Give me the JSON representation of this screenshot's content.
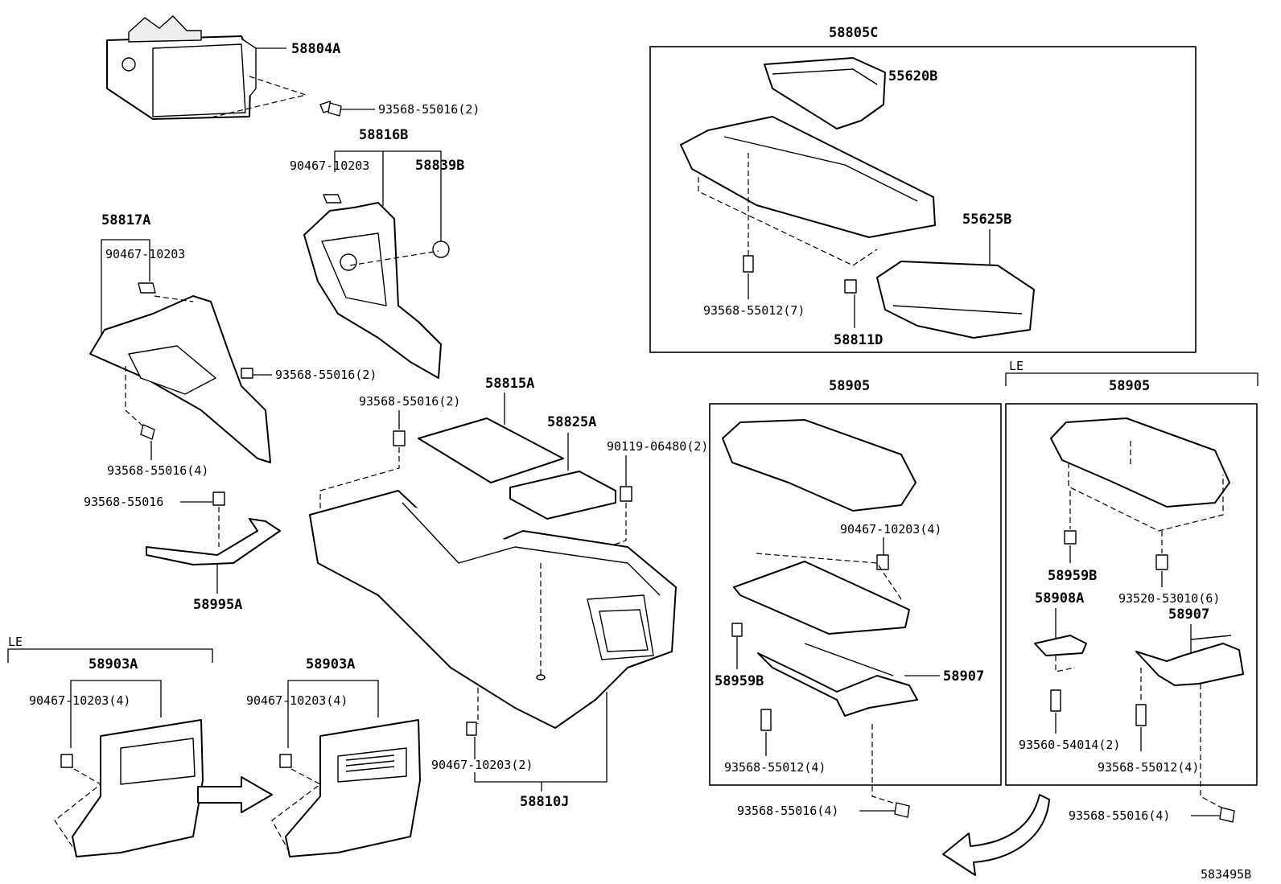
{
  "diagram_id": "583495B",
  "labels": {
    "p58804A": "58804A",
    "p93568_55016_2_top": "93568-55016(2)",
    "p58816B": "58816B",
    "p90467_10203_top": "90467-10203",
    "p58839B": "58839B",
    "p58817A": "58817A",
    "p90467_10203_left": "90467-10203",
    "p93568_55016_2_left": "93568-55016(2)",
    "p93568_55016_4_left": "93568-55016(4)",
    "p93568_55016_single": "93568-55016",
    "p58995A": "58995A",
    "p58805C": "58805C",
    "p55620B": "55620B",
    "p55625B": "55625B",
    "p93568_55012_7": "93568-55012(7)",
    "p58811D": "58811D",
    "p58815A": "58815A",
    "p58825A": "58825A",
    "p93568_55016_2_center": "93568-55016(2)",
    "p90119_06480_2": "90119-06480(2)",
    "p90467_10203_2": "90467-10203(2)",
    "p58810J": "58810J",
    "le_left": "LE",
    "p58903A_left": "58903A",
    "p90467_10203_4_left": "90467-10203(4)",
    "p58903A_mid": "58903A",
    "p90467_10203_4_mid": "90467-10203(4)",
    "p58905_mid": "58905",
    "p90467_10203_4_mid2": "90467-10203(4)",
    "p58959B_mid": "58959B",
    "p58907_mid": "58907",
    "p93568_55012_4_mid": "93568-55012(4)",
    "p93568_55016_4_mid": "93568-55016(4)",
    "le_right": "LE",
    "p58905_right": "58905",
    "p58959B_right": "58959B",
    "p58908A": "58908A",
    "p93520_53010_6": "93520-53010(6)",
    "p58907_right": "58907",
    "p93560_54014_2": "93560-54014(2)",
    "p93568_55012_4_right": "93568-55012(4)",
    "p93568_55016_4_right": "93568-55016(4)"
  }
}
